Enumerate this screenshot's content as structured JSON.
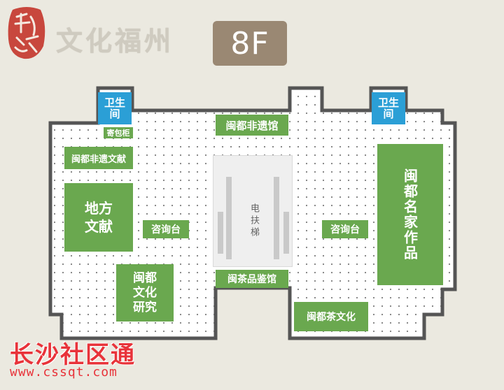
{
  "header": {
    "seal_icon": "red-seal-stamp",
    "seal_text": "福州",
    "title": "文化福州",
    "floor": "8F"
  },
  "colors": {
    "room_green": "#6aa84f",
    "restroom_blue": "#2b9fd6",
    "floor_badge": "#9a8873",
    "watermark": "#e8333a"
  },
  "map": {
    "restroom_left": "卫生\n间",
    "restroom_right": "卫生\n间",
    "locker": "寄包柜",
    "intangible_heritage_docs": "闽都非遗文献",
    "intangible_heritage_hall": "闽都非遗馆",
    "local_docs": "地方\n文献",
    "info_desk_left": "咨询台",
    "info_desk_right": "咨询台",
    "escalator": "电扶梯",
    "tea_tasting_hall": "闽茶品鉴馆",
    "culture_research": "闽都\n文化\n研究",
    "tea_culture": "闽都茶文化",
    "famous_works": "闽都名家作品"
  },
  "watermark": {
    "name": "长沙社区通",
    "url": "www.cssqt.com"
  }
}
